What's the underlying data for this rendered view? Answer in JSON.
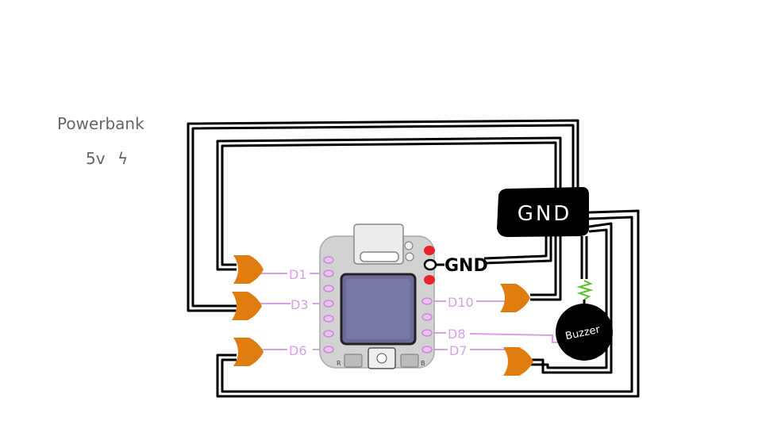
{
  "power": {
    "label": "Powerbank",
    "voltage": "5v",
    "bolt_symbol": "ϟ"
  },
  "gnd_block": {
    "label": "GND"
  },
  "board": {
    "gnd_label": "GND",
    "reset_label": "R",
    "boot_label": "B"
  },
  "pins": {
    "d1": "D1",
    "d3": "D3",
    "d6": "D6",
    "d10": "D10",
    "d8": "D8",
    "d7": "D7"
  },
  "buzzer": {
    "label": "Buzzer"
  },
  "colors": {
    "wire": "#000000",
    "gate": "#e07d10",
    "pin_wire": "#d9a0e6",
    "led_red": "#e8242a",
    "board_body": "#d2d2d2",
    "screen": "#6b6b96",
    "resistor": "#5fc02b"
  }
}
